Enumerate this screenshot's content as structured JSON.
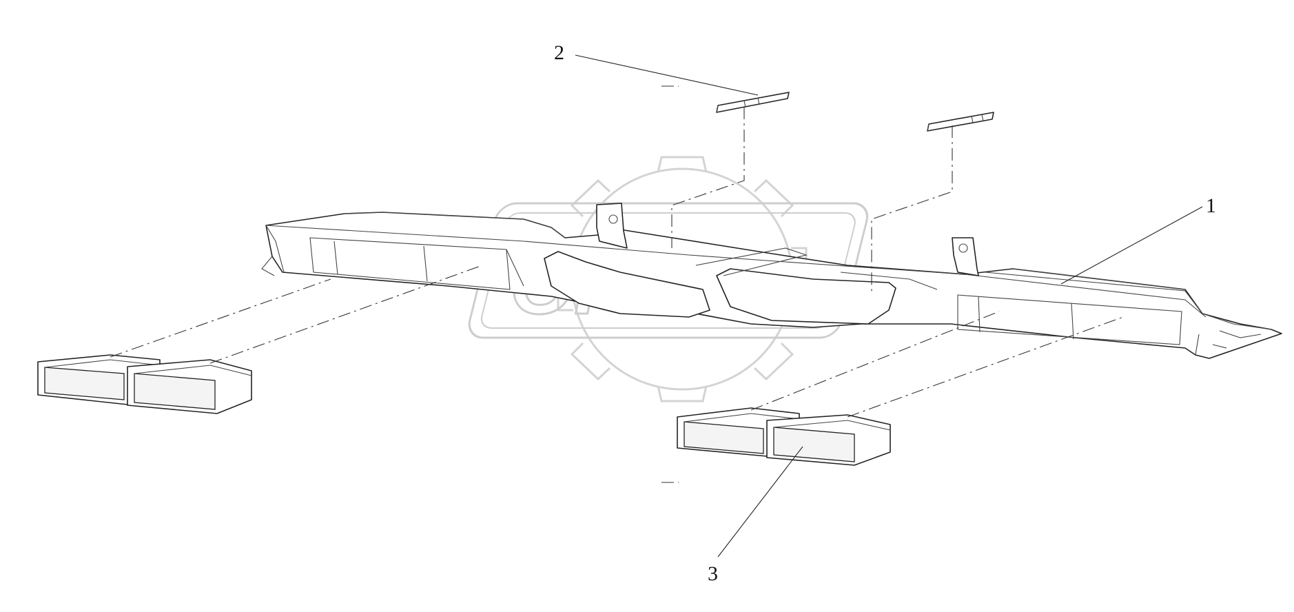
{
  "callouts": [
    {
      "id": "1",
      "label": "1"
    },
    {
      "id": "2",
      "label": "2"
    },
    {
      "id": "3",
      "label": "3"
    }
  ],
  "watermark": {
    "text": "OPEX",
    "color": "#c8c8c8"
  },
  "colors": {
    "line": "#222222",
    "background": "#ffffff"
  }
}
